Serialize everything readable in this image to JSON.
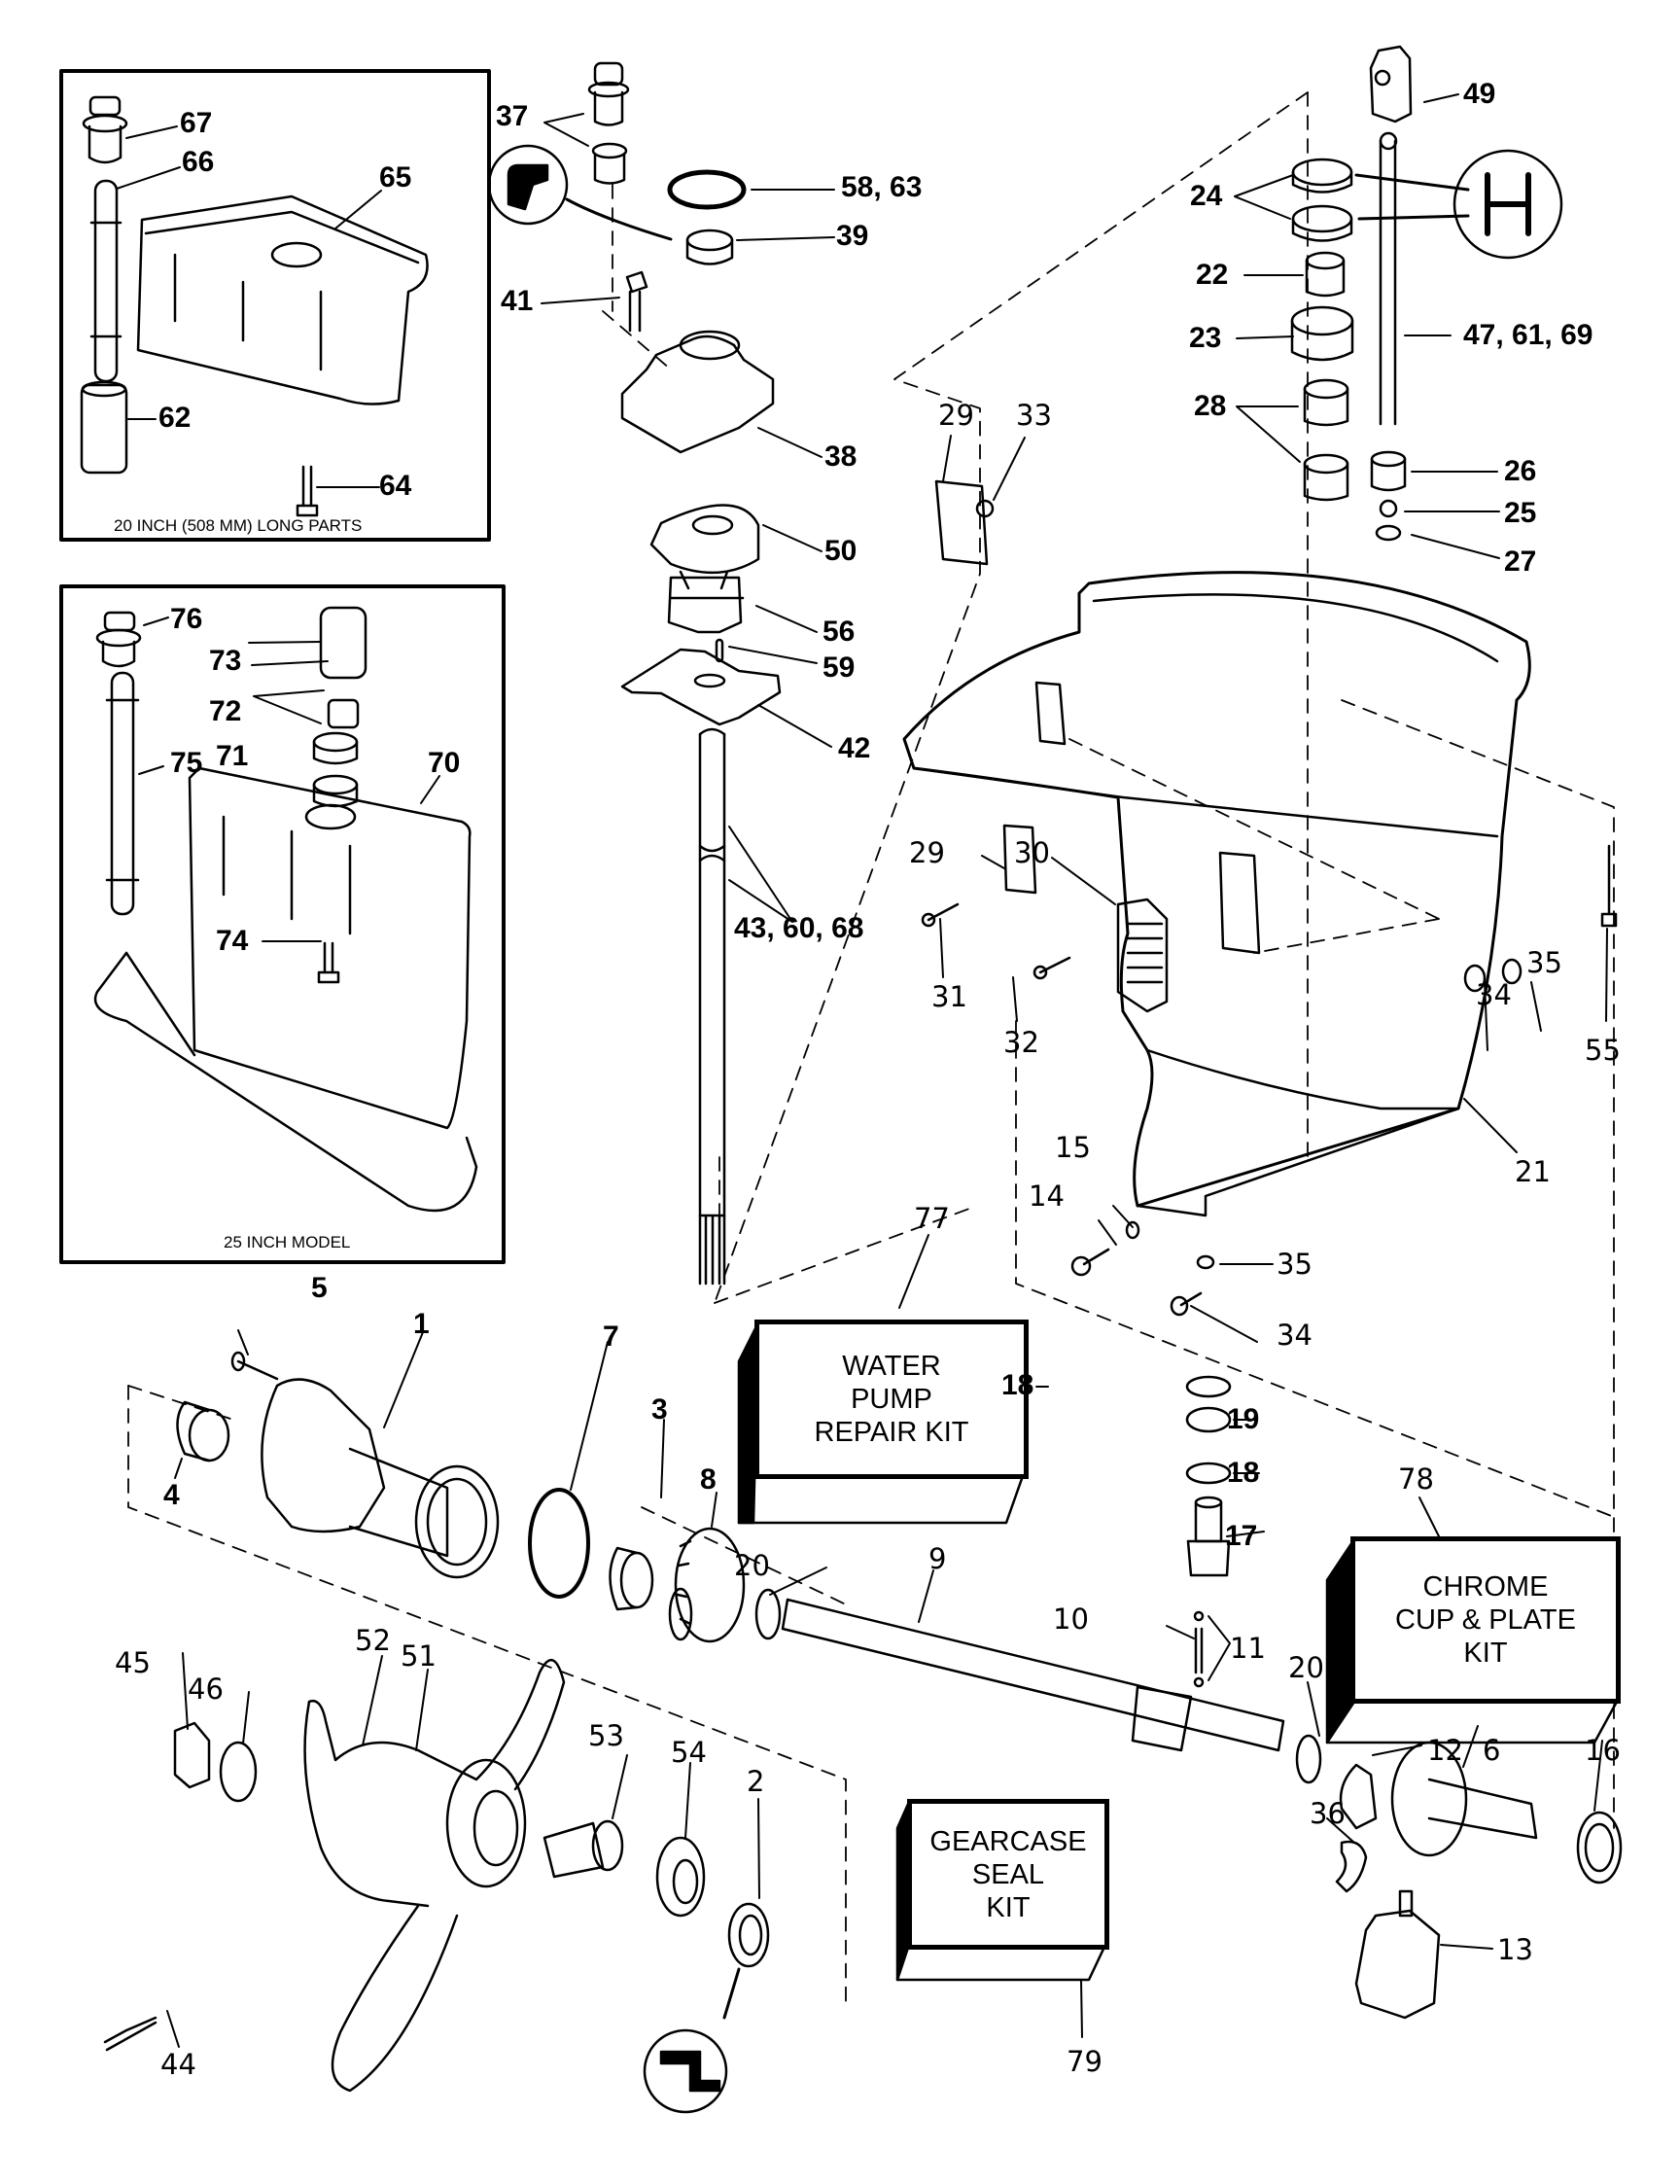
{
  "diagram": {
    "title": "Gearcase exploded parts diagram",
    "insets": [
      {
        "id": "20in",
        "caption": "20 INCH (508 MM) LONG PARTS",
        "labels": [
          "67",
          "66",
          "65",
          "62",
          "64"
        ]
      },
      {
        "id": "25in",
        "caption": "25 INCH MODEL",
        "labels": [
          "76",
          "73",
          "72",
          "71",
          "75",
          "70",
          "74"
        ]
      }
    ],
    "kits": [
      {
        "id": "77",
        "text": "WATER\nPUMP\nREPAIR KIT"
      },
      {
        "id": "78",
        "text": "CHROME\nCUP & PLATE\nKIT"
      },
      {
        "id": "79",
        "text": "GEARCASE\nSEAL\nKIT"
      }
    ],
    "labels": {
      "l67": "67",
      "l66": "66",
      "l65": "65",
      "l62": "62",
      "l64": "64",
      "l76": "76",
      "l73": "73",
      "l72": "72",
      "l71": "71",
      "l75": "75",
      "l70": "70",
      "l74": "74",
      "l37": "37",
      "l58_63": "58, 63",
      "l39": "39",
      "l41": "41",
      "l38": "38",
      "l50": "50",
      "l56": "56",
      "l59": "59",
      "l42": "42",
      "l43_60_68": "43, 60, 68",
      "l49": "49",
      "l24": "24",
      "l22": "22",
      "l47_61_69": "47, 61, 69",
      "l23": "23",
      "l28": "28",
      "l26": "26",
      "l25": "25",
      "l27": "27",
      "l29a": "29",
      "l33": "33",
      "l29b": "29",
      "l30": "30",
      "l31": "31",
      "l32": "32",
      "l35a": "35",
      "l34a": "34",
      "l55": "55",
      "l21": "21",
      "l15": "15",
      "l14": "14",
      "l35b": "35",
      "l34b": "34",
      "l77": "77",
      "l78": "78",
      "l79": "79",
      "l5": "5",
      "l1": "1",
      "l7": "7",
      "l3": "3",
      "l4": "4",
      "l8": "8",
      "l20a": "20",
      "l9": "9",
      "l18a": "18",
      "l19": "19",
      "l18b": "18",
      "l17": "17",
      "l10": "10",
      "l11": "11",
      "l20b": "20",
      "l12": "12",
      "l6": "6",
      "l16": "16",
      "l36": "36",
      "l13": "13",
      "l45": "45",
      "l46": "46",
      "l52": "52",
      "l51": "51",
      "l44": "44",
      "l53": "53",
      "l54": "54",
      "l2": "2"
    }
  }
}
